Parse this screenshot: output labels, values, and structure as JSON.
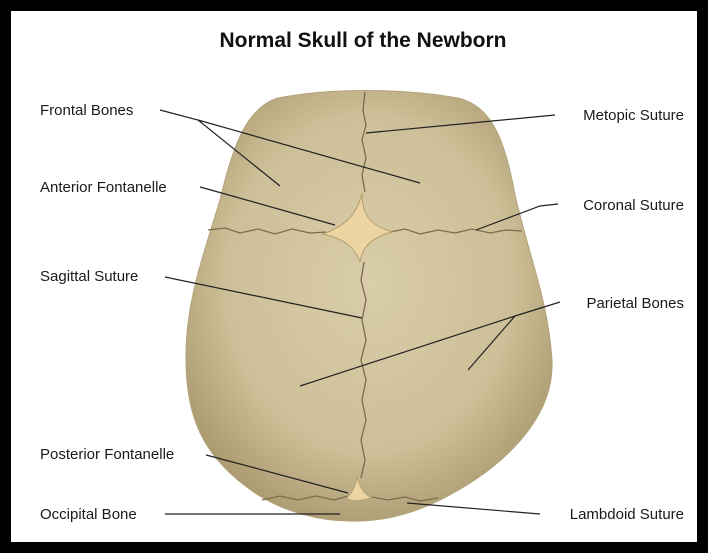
{
  "title": "Normal Skull of the Newborn",
  "labels": {
    "frontal_bones": "Frontal Bones",
    "anterior_fontanelle": "Anterior Fontanelle",
    "sagittal_suture": "Sagittal Suture",
    "posterior_fontanelle": "Posterior Fontanelle",
    "occipital_bone": "Occipital Bone",
    "metopic_suture": "Metopic Suture",
    "coronal_suture": "Coronal Suture",
    "parietal_bones": "Parietal Bones",
    "lambdoid_suture": "Lambdoid Suture"
  },
  "colors": {
    "bone": "#cfc29b",
    "bone_shadow": "#a8976d",
    "fontanelle": "#ecd4a3",
    "frame": "#000000"
  }
}
